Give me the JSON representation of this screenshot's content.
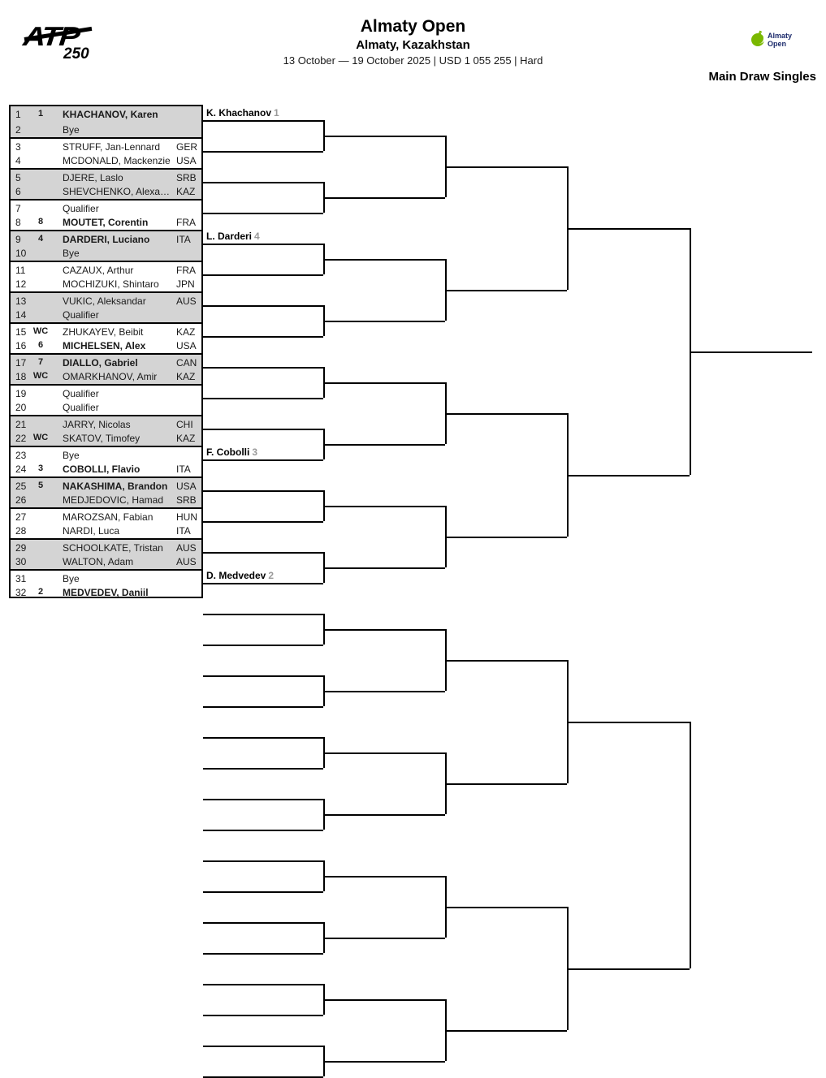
{
  "header": {
    "atp_logo": {
      "wordmark": "ATP",
      "tier": "250"
    },
    "title": "Almaty Open",
    "location": "Almaty, Kazakhstan",
    "meta": "13 October — 19 October 2025 | USD 1 055 255 | Hard",
    "event_logo": {
      "line1": "Almaty",
      "line2": "Open"
    },
    "draw_label": "Main Draw Singles"
  },
  "colors": {
    "shaded_row": "#d4d4d4",
    "line": "#000000",
    "seed_grey": "#9a9a9a",
    "logo_green": "#7ab800",
    "logo_blue": "#1b2a6b"
  },
  "entries": [
    {
      "num": "1",
      "status": "",
      "seed": "1",
      "name": "KHACHANOV, Karen",
      "country": "",
      "bold": true
    },
    {
      "num": "2",
      "status": "",
      "seed": "",
      "name": "Bye",
      "country": "",
      "bold": false
    },
    {
      "num": "3",
      "status": "",
      "seed": "",
      "name": "STRUFF, Jan-Lennard",
      "country": "GER",
      "bold": false
    },
    {
      "num": "4",
      "status": "",
      "seed": "",
      "name": "MCDONALD, Mackenzie",
      "country": "USA",
      "bold": false
    },
    {
      "num": "5",
      "status": "",
      "seed": "",
      "name": "DJERE, Laslo",
      "country": "SRB",
      "bold": false
    },
    {
      "num": "6",
      "status": "",
      "seed": "",
      "name": "SHEVCHENKO, Alexa…",
      "country": "KAZ",
      "bold": false
    },
    {
      "num": "7",
      "status": "",
      "seed": "",
      "name": "Qualifier",
      "country": "",
      "bold": false
    },
    {
      "num": "8",
      "status": "",
      "seed": "8",
      "name": "MOUTET, Corentin",
      "country": "FRA",
      "bold": true
    },
    {
      "num": "9",
      "status": "",
      "seed": "4",
      "name": "DARDERI, Luciano",
      "country": "ITA",
      "bold": true
    },
    {
      "num": "10",
      "status": "",
      "seed": "",
      "name": "Bye",
      "country": "",
      "bold": false
    },
    {
      "num": "11",
      "status": "",
      "seed": "",
      "name": "CAZAUX, Arthur",
      "country": "FRA",
      "bold": false
    },
    {
      "num": "12",
      "status": "",
      "seed": "",
      "name": "MOCHIZUKI, Shintaro",
      "country": "JPN",
      "bold": false
    },
    {
      "num": "13",
      "status": "",
      "seed": "",
      "name": "VUKIC, Aleksandar",
      "country": "AUS",
      "bold": false
    },
    {
      "num": "14",
      "status": "",
      "seed": "",
      "name": "Qualifier",
      "country": "",
      "bold": false
    },
    {
      "num": "15",
      "status": "WC",
      "seed": "",
      "name": "ZHUKAYEV, Beibit",
      "country": "KAZ",
      "bold": false
    },
    {
      "num": "16",
      "status": "",
      "seed": "6",
      "name": "MICHELSEN, Alex",
      "country": "USA",
      "bold": true
    },
    {
      "num": "17",
      "status": "",
      "seed": "7",
      "name": "DIALLO, Gabriel",
      "country": "CAN",
      "bold": true
    },
    {
      "num": "18",
      "status": "WC",
      "seed": "",
      "name": "OMARKHANOV, Amir",
      "country": "KAZ",
      "bold": false
    },
    {
      "num": "19",
      "status": "",
      "seed": "",
      "name": "Qualifier",
      "country": "",
      "bold": false
    },
    {
      "num": "20",
      "status": "",
      "seed": "",
      "name": "Qualifier",
      "country": "",
      "bold": false
    },
    {
      "num": "21",
      "status": "",
      "seed": "",
      "name": "JARRY, Nicolas",
      "country": "CHI",
      "bold": false
    },
    {
      "num": "22",
      "status": "WC",
      "seed": "",
      "name": "SKATOV, Timofey",
      "country": "KAZ",
      "bold": false
    },
    {
      "num": "23",
      "status": "",
      "seed": "",
      "name": "Bye",
      "country": "",
      "bold": false
    },
    {
      "num": "24",
      "status": "",
      "seed": "3",
      "name": "COBOLLI, Flavio",
      "country": "ITA",
      "bold": true
    },
    {
      "num": "25",
      "status": "",
      "seed": "5",
      "name": "NAKASHIMA, Brandon",
      "country": "USA",
      "bold": true
    },
    {
      "num": "26",
      "status": "",
      "seed": "",
      "name": "MEDJEDOVIC, Hamad",
      "country": "SRB",
      "bold": false
    },
    {
      "num": "27",
      "status": "",
      "seed": "",
      "name": "MAROZSAN, Fabian",
      "country": "HUN",
      "bold": false
    },
    {
      "num": "28",
      "status": "",
      "seed": "",
      "name": "NARDI, Luca",
      "country": "ITA",
      "bold": false
    },
    {
      "num": "29",
      "status": "",
      "seed": "",
      "name": "SCHOOLKATE, Tristan",
      "country": "AUS",
      "bold": false
    },
    {
      "num": "30",
      "status": "",
      "seed": "",
      "name": "WALTON, Adam",
      "country": "AUS",
      "bold": false
    },
    {
      "num": "31",
      "status": "",
      "seed": "",
      "name": "Bye",
      "country": "",
      "bold": false
    },
    {
      "num": "32",
      "status": "",
      "seed": "2",
      "name": "MEDVEDEV, Daniil",
      "country": "",
      "bold": true
    }
  ],
  "round32_winners": [
    {
      "name": "K. Khachanov",
      "seed": "1"
    },
    {
      "name": "L. Darderi",
      "seed": "4"
    },
    {
      "name": "F. Cobolli",
      "seed": "3"
    },
    {
      "name": "D. Medvedev",
      "seed": "2"
    }
  ]
}
